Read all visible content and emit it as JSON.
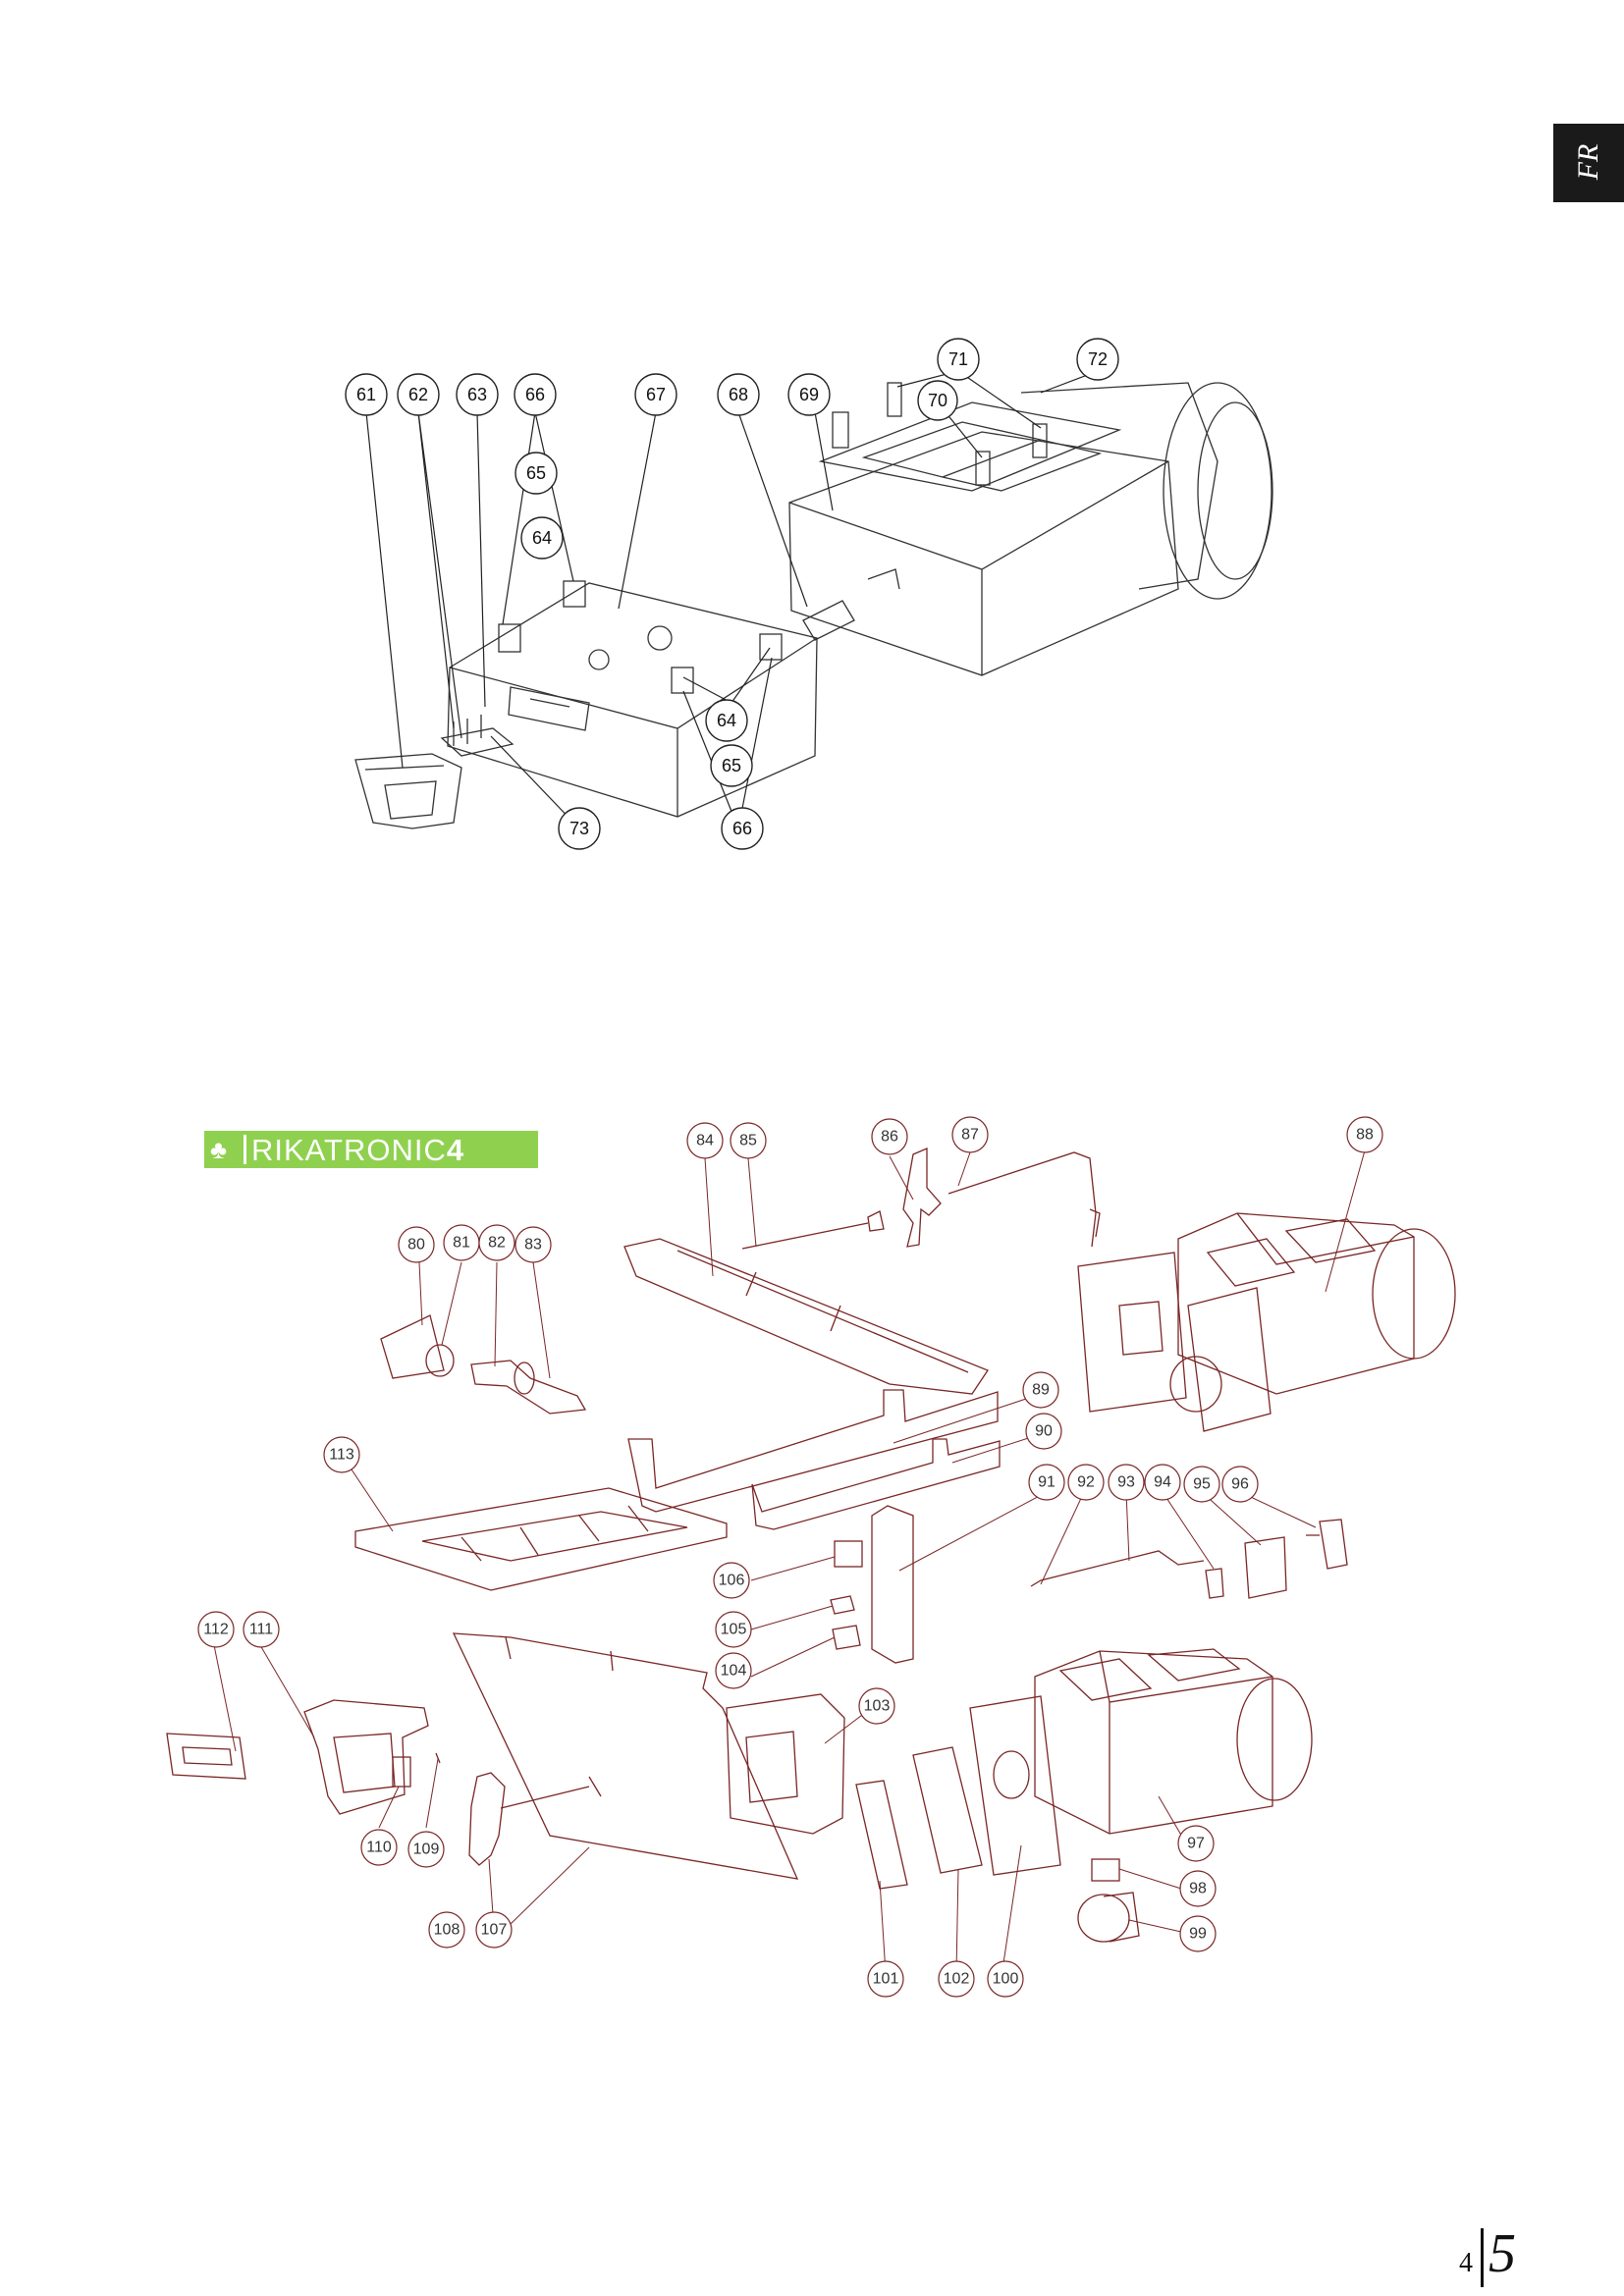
{
  "language_tab": "FR",
  "logo": {
    "text": "RIKATRONIC",
    "suffix": "4",
    "icon": "flame-icon",
    "color": "#8fd14f"
  },
  "page_number": {
    "left": "4",
    "right": "5"
  },
  "top_diagram_callouts": [
    "61",
    "62",
    "63",
    "66",
    "67",
    "68",
    "69",
    "70",
    "71",
    "72",
    "65",
    "64",
    "64",
    "65",
    "66",
    "73"
  ],
  "bottom_diagram_callouts": [
    "80",
    "81",
    "82",
    "83",
    "84",
    "85",
    "86",
    "87",
    "88",
    "89",
    "90",
    "91",
    "92",
    "93",
    "94",
    "95",
    "96",
    "97",
    "98",
    "99",
    "100",
    "101",
    "102",
    "103",
    "104",
    "105",
    "106",
    "107",
    "108",
    "109",
    "110",
    "111",
    "112",
    "113"
  ],
  "colors": {
    "top_lines": "#222222",
    "bottom_lines": "#7a2626",
    "tab_background": "#1a1a1a"
  }
}
